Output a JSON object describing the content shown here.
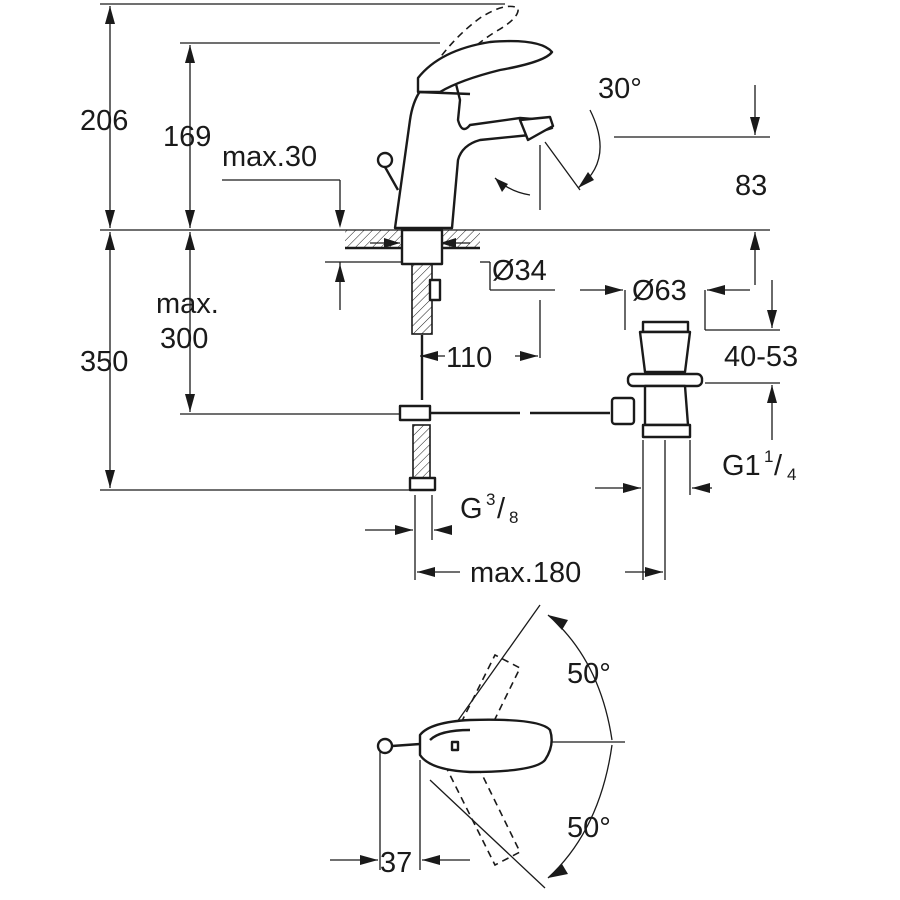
{
  "labels": {
    "h206": "206",
    "h169": "169",
    "max30": "max.30",
    "angle30": "30°",
    "h83": "83",
    "d34": "Ø34",
    "d63": "Ø63",
    "max300_line1": "max.",
    "max300_line2": "300",
    "h350": "350",
    "w110": "110",
    "r4053": "40-53",
    "g114_main": "G1",
    "g114_num": "1",
    "g114_sep": "/",
    "g114_den": "4",
    "g38_main": "G",
    "g38_num": "3",
    "g38_sep": "/",
    "g38_den": "8",
    "max180": "max.180",
    "angle50_top": "50°",
    "angle50_bottom": "50°",
    "w37": "37"
  }
}
